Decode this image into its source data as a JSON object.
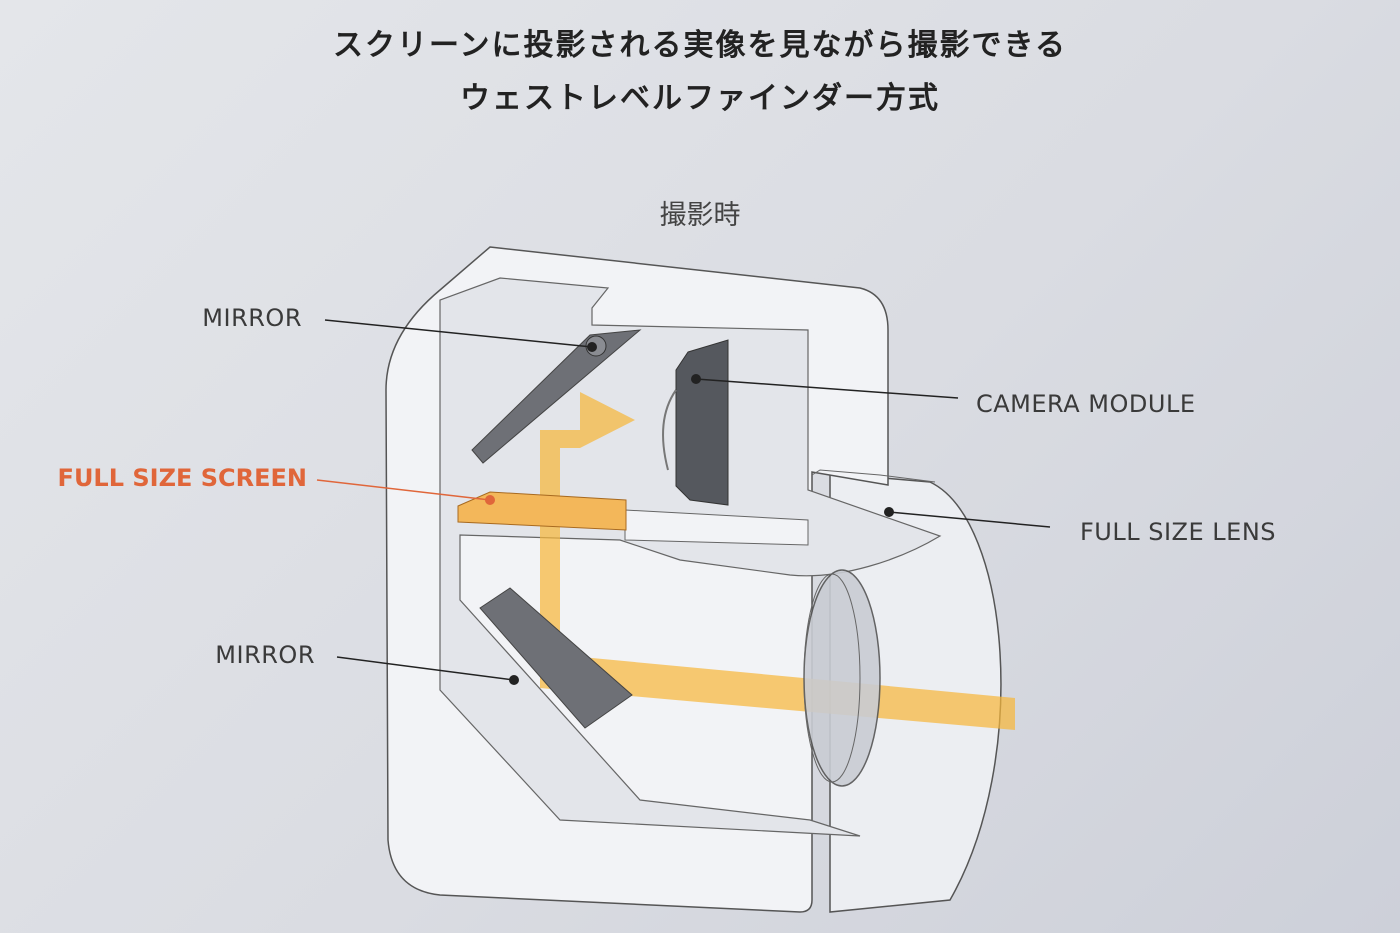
{
  "title": {
    "line1": "スクリーンに投影される実像を見ながら撮影できる",
    "line2": "ウェストレベルファインダー方式"
  },
  "subtitle": "撮影時",
  "labels": {
    "mirror_top": "MIRROR",
    "camera_module": "CAMERA MODULE",
    "full_size_screen": "FULL SIZE SCREEN",
    "full_size_lens": "FULL SIZE LENS",
    "mirror_bottom": "MIRROR"
  },
  "colors": {
    "highlight": "#e0663a",
    "light_path": "#f6b73c",
    "screen": "#f3b75a"
  }
}
